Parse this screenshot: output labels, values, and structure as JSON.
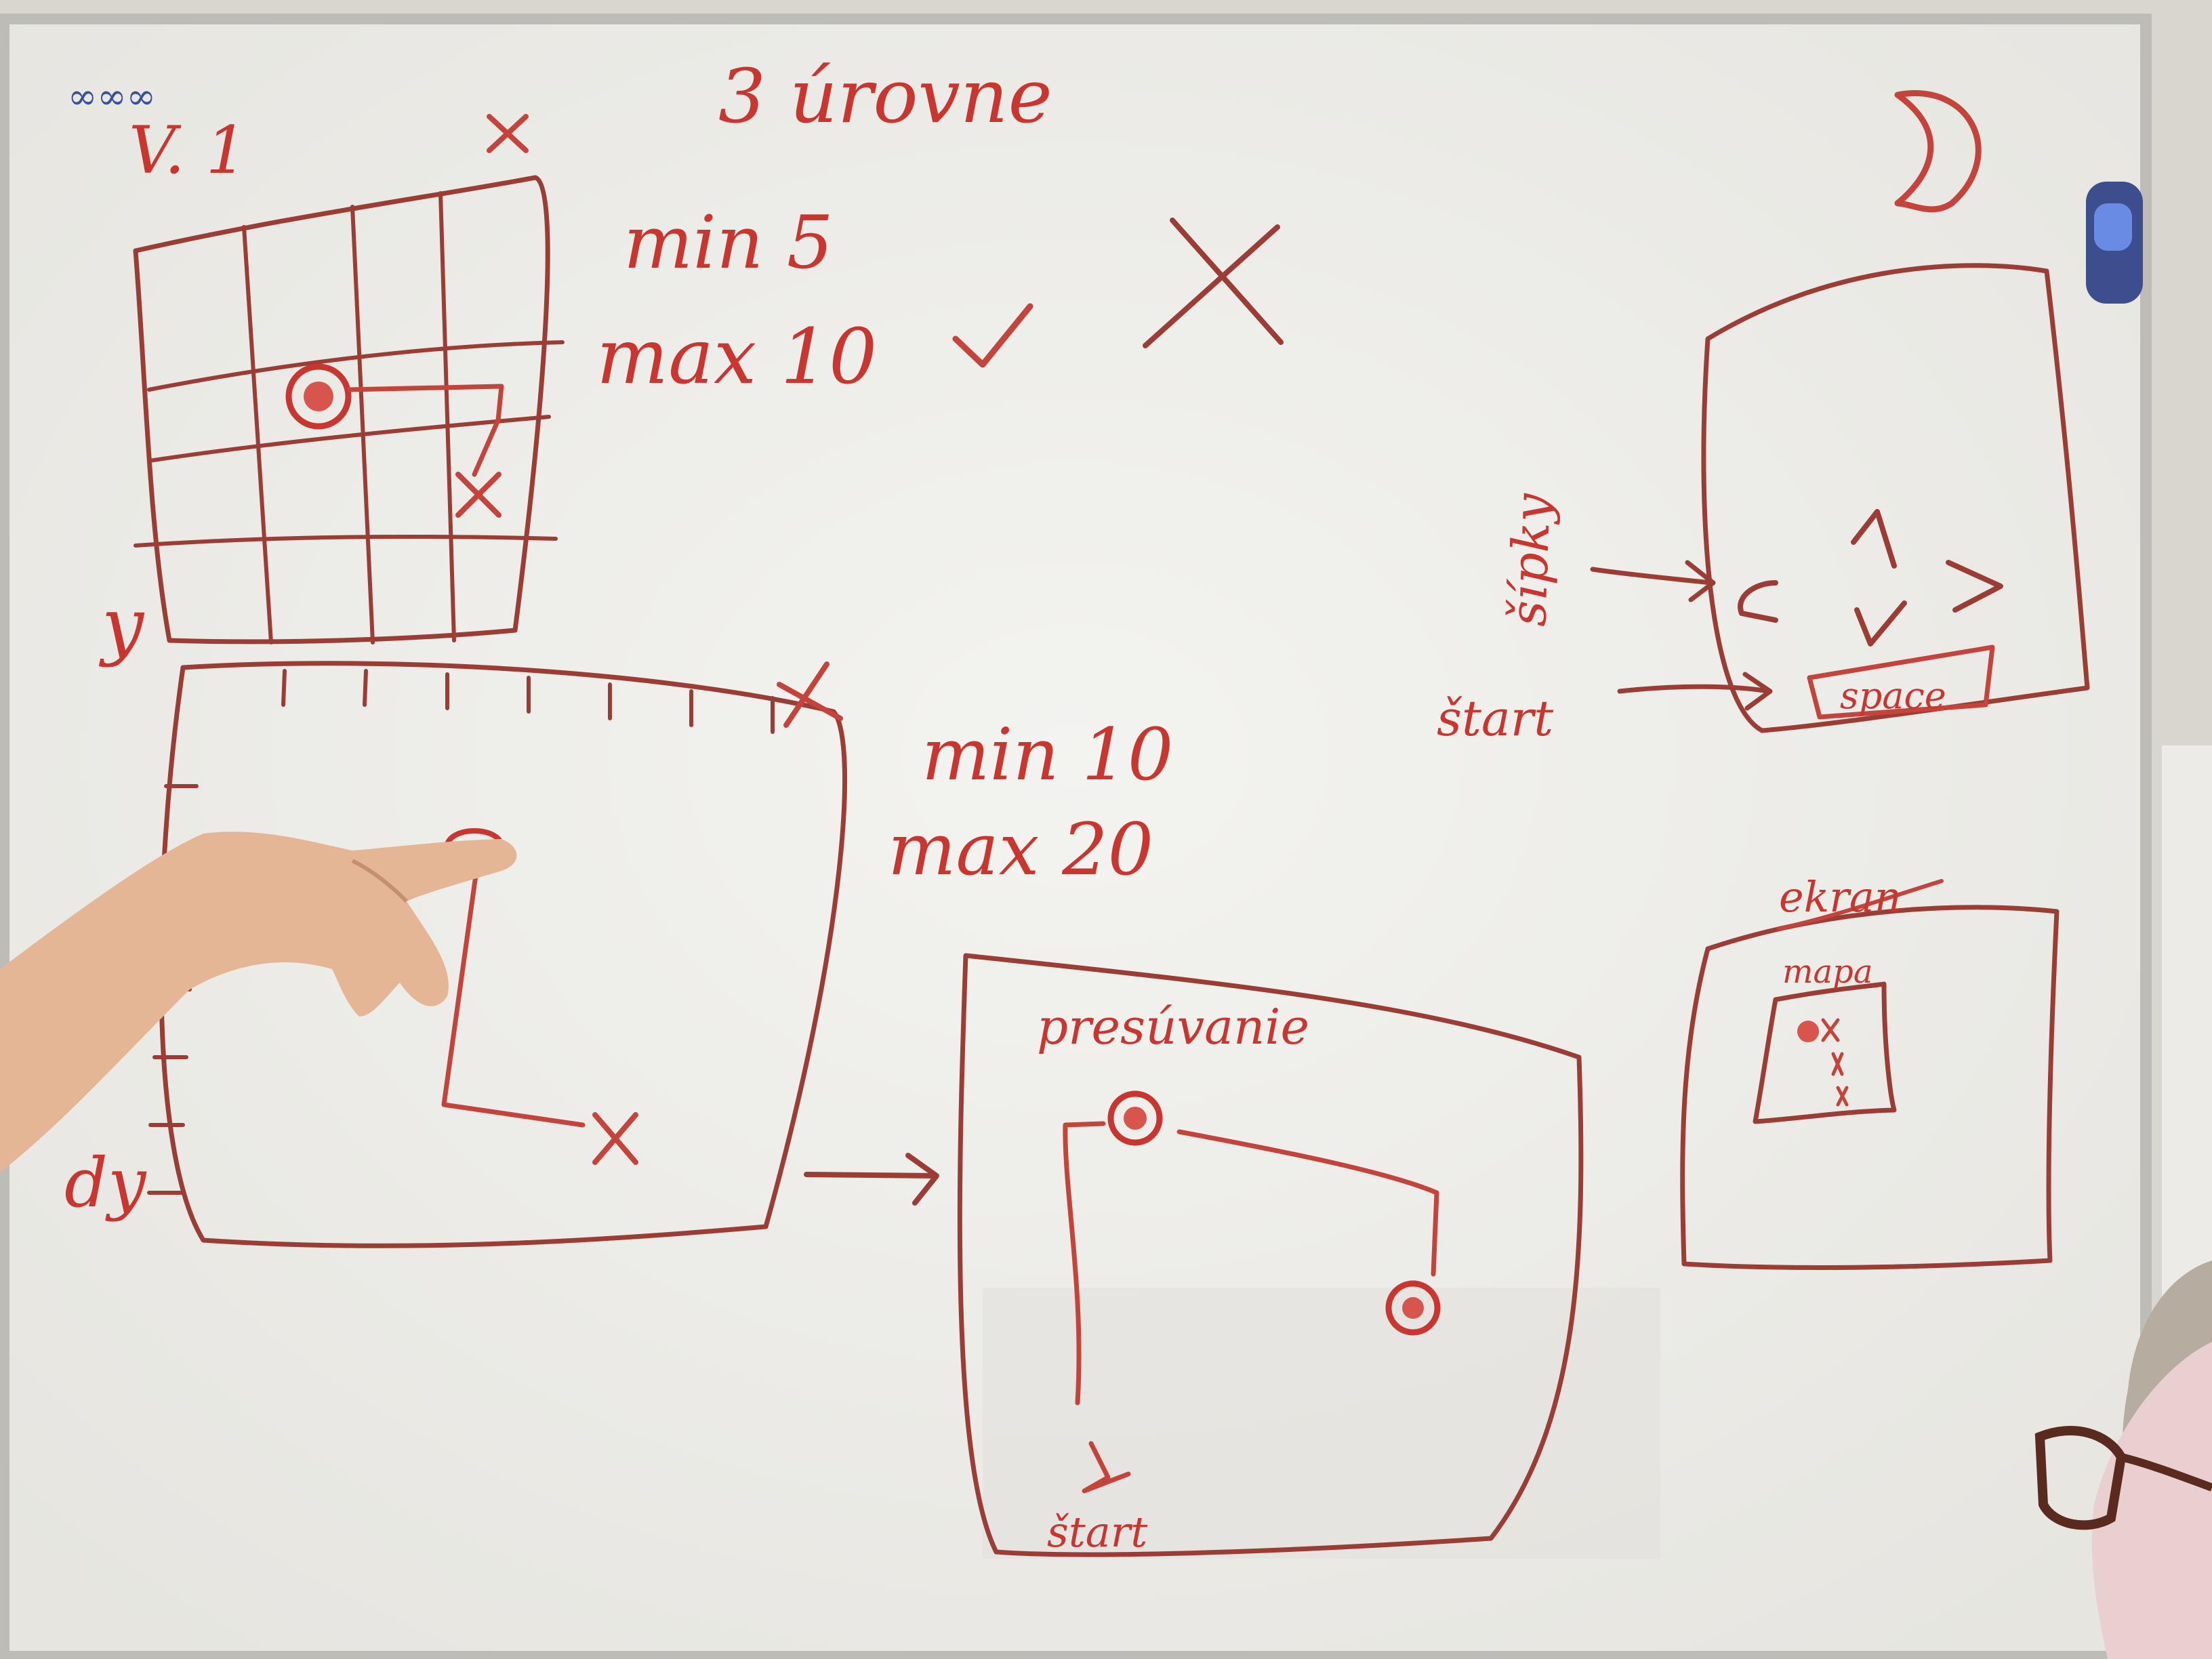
{
  "board": {
    "corner_mark": "∞∞∞",
    "version_label": "V. 1",
    "levels_title": "3 úrovne",
    "level_1": {
      "min_label": "min 5",
      "max_label": "max 10",
      "side_label": "y"
    },
    "level_2": {
      "min_label": "min 10",
      "max_label": "max 20",
      "side_label": "dy"
    },
    "level_3": {
      "top_label": "presúvanie",
      "bottom_label": "štart"
    },
    "controller": {
      "arrows_label": "šípky",
      "start_label": "štart",
      "button_label": "space"
    },
    "screen": {
      "title": "ekran",
      "inner_label": "mapa"
    }
  },
  "colors": {
    "board": "#efeeea",
    "frame": "#b9b8b2",
    "marker_red": "#c8362f",
    "marker_blue": "#3a4f9e",
    "skin": "#e7b99a"
  },
  "icons": {
    "moon": "moon-icon",
    "magnet": "magnet-icon",
    "target": "target-icon",
    "cross": "cross-icon",
    "check": "check-icon"
  }
}
